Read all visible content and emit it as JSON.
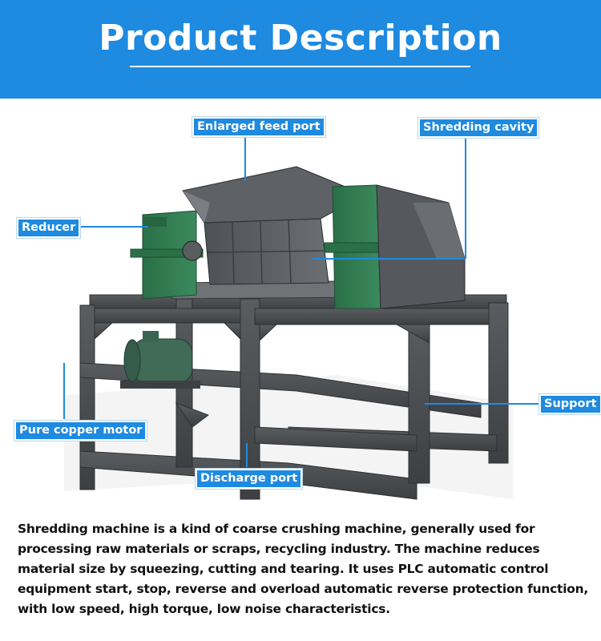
{
  "header": {
    "title": "Product Description"
  },
  "labels": {
    "feed_port": "Enlarged feed port",
    "shredding_cavity": "Shredding cavity",
    "reducer": "Reducer",
    "support": "Support",
    "motor": "Pure copper motor",
    "discharge_port": "Discharge port"
  },
  "description": "Shredding machine is a kind of coarse crushing machine, generally used for processing raw materials or scraps, recycling industry. The machine reduces material size by squeezing, cutting and tearing. It uses PLC automatic control equipment start, stop, reverse and overload automatic reverse protection function, with low speed, high torque, low noise characteristics.",
  "colors": {
    "accent": "#1e8ae0",
    "frame": "#4a4d50",
    "green": "#2e7b4f"
  }
}
